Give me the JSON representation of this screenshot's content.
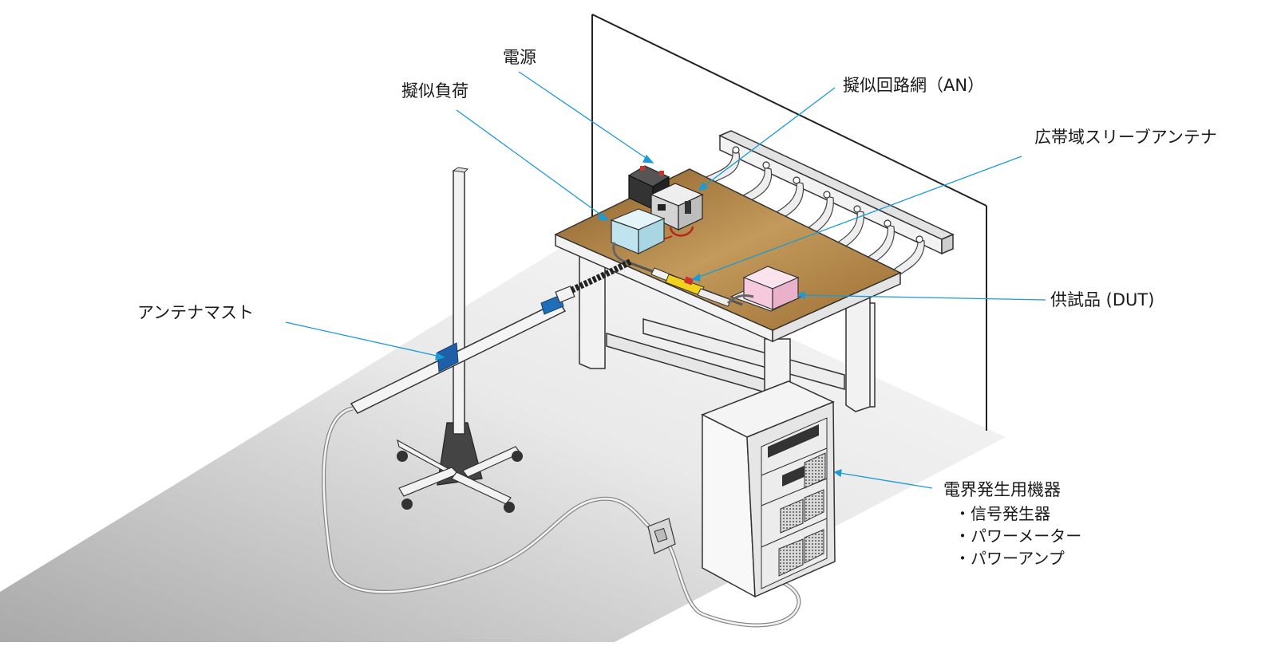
{
  "labels": {
    "power_supply": "電源",
    "dummy_load": "擬似負荷",
    "an": "擬似回路網（AN）",
    "antenna": "広帯域スリーブアンテナ",
    "mast": "アンテナマスト",
    "dut": "供試品 (DUT)",
    "equipment": "電界発生用機器",
    "equipment_items": [
      "・信号発生器",
      "・パワーメーター",
      "・パワーアンプ"
    ]
  },
  "colors": {
    "leader": "#1a9ad6",
    "dummy_load": "#bfe4ee",
    "dut": "#f6c9dd",
    "table_top": "#b7894a",
    "floor_dark": "#b4b4b4",
    "floor_light": "#f4f4f4"
  }
}
